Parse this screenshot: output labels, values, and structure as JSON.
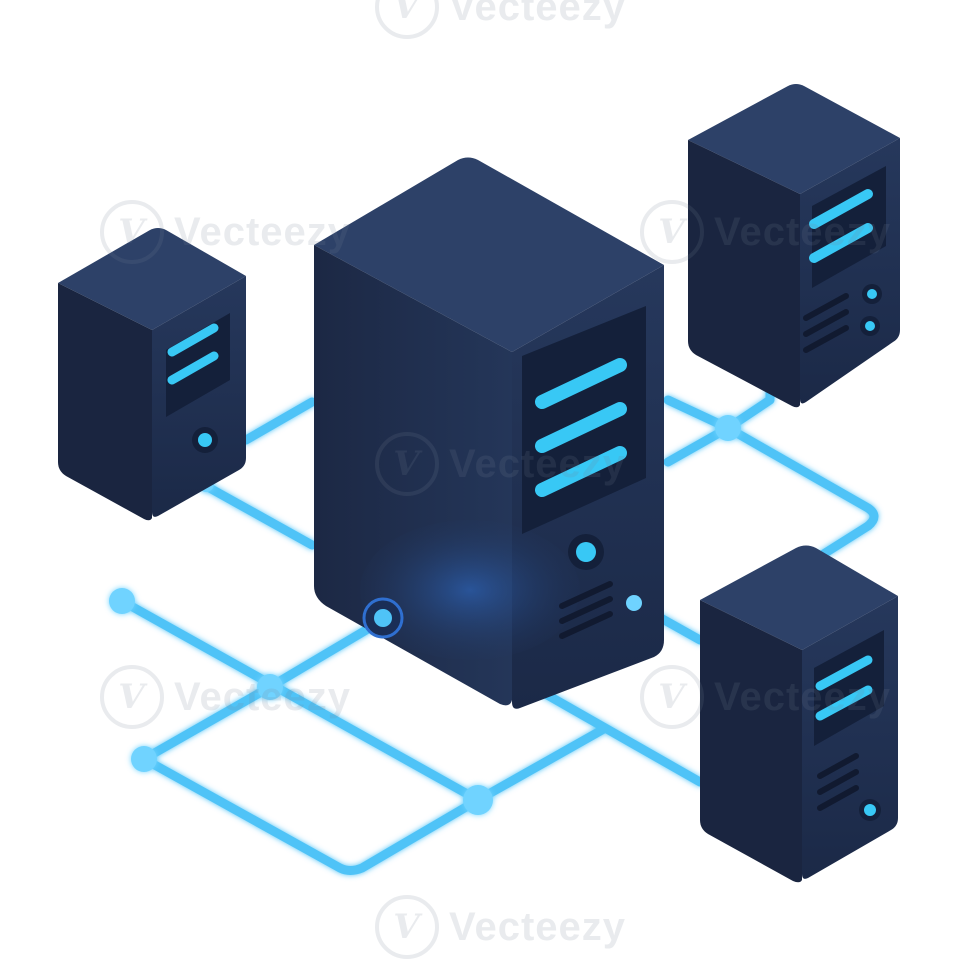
{
  "scene": {
    "subject": "isometric network of four server towers connected by glowing cables",
    "background": "#ffffff"
  },
  "colors": {
    "server_front": "#1f2f4f",
    "server_side": "#18233c",
    "server_top": "#2d4168",
    "panel": "#15203a",
    "accent": "#38c8f5",
    "cable": "#4fc3f7",
    "node": "#6fd3ff"
  },
  "icons": {
    "main_server": "server-tower-icon",
    "node": "network-node-icon"
  },
  "watermark": {
    "text": "Vecteezy",
    "badge_glyph": "V"
  }
}
